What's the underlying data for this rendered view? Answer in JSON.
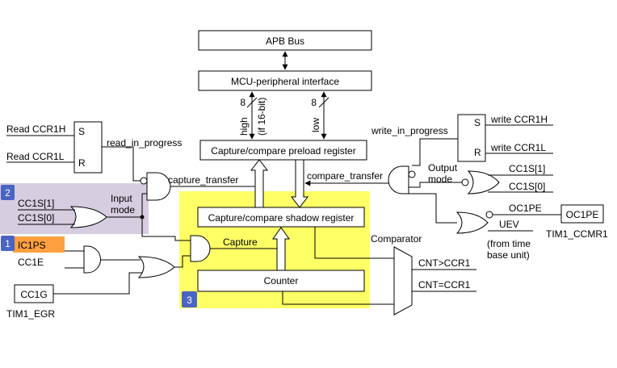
{
  "colors": {
    "highlight_yellow": "#ffff66",
    "highlight_purple": "#d6cde0",
    "highlight_orange": "#ffa040",
    "badge_blue": "#4a64c4"
  },
  "badges": [
    "1",
    "2",
    "3"
  ],
  "blocks": {
    "apb_bus": "APB Bus",
    "mcu_interface": "MCU-peripheral interface",
    "preload_register": "Capture/compare preload register",
    "shadow_register": "Capture/compare shadow register",
    "counter": "Counter",
    "cc1g": "CC1G",
    "oc1pe_box": "OC1PE"
  },
  "flipflop_read": {
    "s": "S",
    "r": "R"
  },
  "flipflop_write": {
    "s": "S",
    "r": "R"
  },
  "bus_labels": {
    "width_high": "8",
    "width_low": "8",
    "high": "high",
    "if16": "(if 16-bit)",
    "low": "low"
  },
  "signals": {
    "read_ccr1h": "Read CCR1H",
    "read_ccr1l": "Read CCR1L",
    "read_in_progress": "read_in_progress",
    "capture_transfer": "capture_transfer",
    "cc1s1_left": "CC1S[1]",
    "cc1s0_left": "CC1S[0]",
    "input_mode": "Input\nmode",
    "ic1ps": "IC1PS",
    "cc1e": "CC1E",
    "capture": "Capture",
    "tim1_egr": "TIM1_EGR",
    "write_in_progress": "write_in_progress",
    "write_ccr1h": "write CCR1H",
    "write_ccr1l": "write CCR1L",
    "compare_transfer": "compare_transfer",
    "output_mode": "Output\nmode",
    "cc1s1_right": "CC1S[1]",
    "cc1s0_right": "CC1S[0]",
    "oc1pe": "OC1PE",
    "uev": "UEV",
    "from_time_base": "(from time\nbase unit)",
    "tim1_ccmr1": "TIM1_CCMR1",
    "comparator": "Comparator",
    "cnt_gt_ccr1": "CNT>CCR1",
    "cnt_eq_ccr1": "CNT=CCR1"
  }
}
